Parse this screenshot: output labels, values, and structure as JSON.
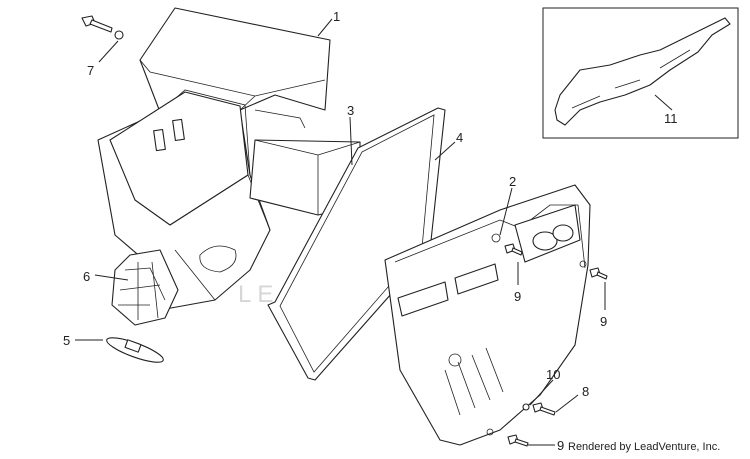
{
  "callouts": [
    {
      "label": "1"
    },
    {
      "label": "2"
    },
    {
      "label": "3"
    },
    {
      "label": "4"
    },
    {
      "label": "5"
    },
    {
      "label": "6"
    },
    {
      "label": "7"
    },
    {
      "label": "8"
    },
    {
      "label": "9"
    },
    {
      "label": "9"
    },
    {
      "label": "9"
    },
    {
      "label": "10"
    },
    {
      "label": "11"
    }
  ],
  "watermark": "LEADVENTURE",
  "credit": "Rendered by LeadVenture, Inc."
}
